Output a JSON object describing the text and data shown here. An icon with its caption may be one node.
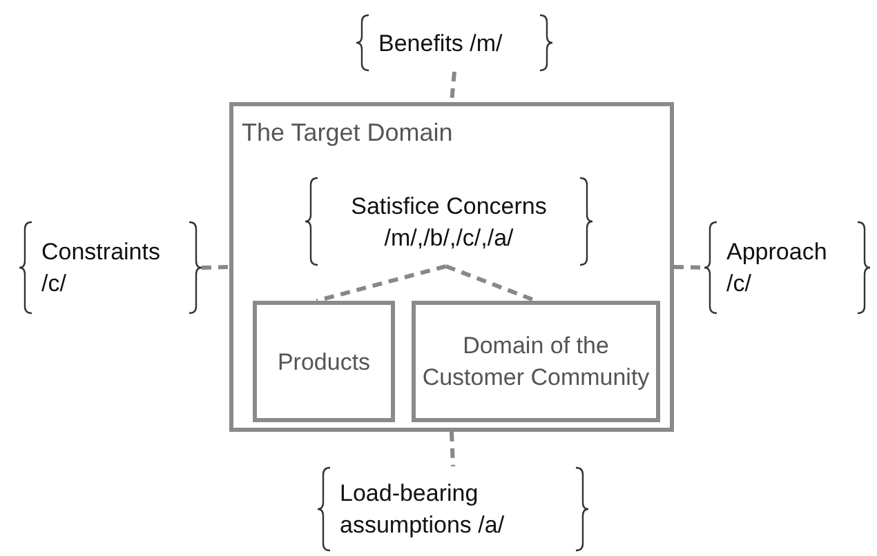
{
  "diagram": {
    "nodes": [
      {
        "text": [
          "The Target Domain"
        ]
      },
      {
        "text": [
          "Benefits /m/"
        ]
      },
      {
        "text": [
          "Constraints /c/"
        ]
      },
      {
        "text": [
          "Satisfice Concerns /m/,/b/,/c/,/a/"
        ],
        "in": 0
      },
      {
        "text": [
          "Products"
        ],
        "in": 0
      },
      {
        "text": [
          "Domain of the Customer Community"
        ],
        "in": 0
      },
      {
        "text": [
          "Approach /c/"
        ]
      },
      {
        "text": [
          "Load-bearing assumptions /a/"
        ]
      }
    ],
    "edges": [
      {
        "from": 1,
        "to": 0,
        "arrow": "none",
        "style": "dashed"
      },
      {
        "from": 2,
        "to": 0,
        "arrow": "none",
        "style": "dashed"
      },
      {
        "from": 0,
        "to": 6,
        "arrow": "none",
        "style": "dashed"
      },
      {
        "from": 0,
        "to": 7,
        "arrow": "none",
        "style": "dashed"
      },
      {
        "from": 3,
        "to": 4,
        "arrow": "none",
        "style": "dashed"
      },
      {
        "from": 3,
        "to": 5,
        "arrow": "none",
        "style": "dashed"
      }
    ]
  }
}
